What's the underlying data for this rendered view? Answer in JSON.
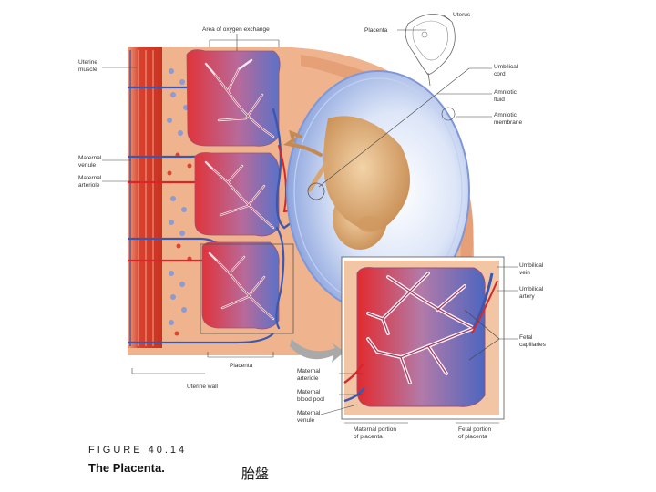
{
  "labels": {
    "area_of_oxygen_exchange": "Area of oxygen exchange",
    "placenta_top": "Placenta",
    "uterus": "Uterus",
    "uterine_muscle_1": "Uterine",
    "uterine_muscle_2": "muscle",
    "umbilical_cord_1": "Umbilical",
    "umbilical_cord_2": "cord",
    "amniotic_fluid_1": "Amniotic",
    "amniotic_fluid_2": "fluid",
    "amniotic_membrane_1": "Amniotic",
    "amniotic_membrane_2": "membrane",
    "maternal_venule_1": "Maternal",
    "maternal_venule_2": "venule",
    "maternal_arteriole_1": "Maternal",
    "maternal_arteriole_2": "arteriole",
    "umbilical_vein_1": "Umbilical",
    "umbilical_vein_2": "vein",
    "umbilical_artery_1": "Umbilical",
    "umbilical_artery_2": "artery",
    "fetal_capillaries_1": "Fetal",
    "fetal_capillaries_2": "capillaries",
    "placenta_bottom": "Placenta",
    "uterine_wall": "Uterine wall",
    "inset_maternal_arteriole_1": "Maternal",
    "inset_maternal_arteriole_2": "arteriole",
    "inset_maternal_blood_pool_1": "Maternal",
    "inset_maternal_blood_pool_2": "blood pool",
    "inset_maternal_venule_1": "Maternal",
    "inset_maternal_venule_2": "venule",
    "maternal_portion_1": "Maternal portion",
    "maternal_portion_2": "of placenta",
    "fetal_portion_1": "Fetal portion",
    "fetal_portion_2": "of placenta"
  },
  "caption": {
    "figure_number": "FIGURE 40.14",
    "title": "The Placenta.",
    "chinese": "胎盤"
  },
  "colors": {
    "uterine_muscle": "#d9412e",
    "tissue": "#efb48d",
    "amniotic_fluid": "#b8c8ec",
    "fetus": "#e3b683",
    "maternal_blood": "#d8262a",
    "fetal_blood": "#4d62b5"
  }
}
